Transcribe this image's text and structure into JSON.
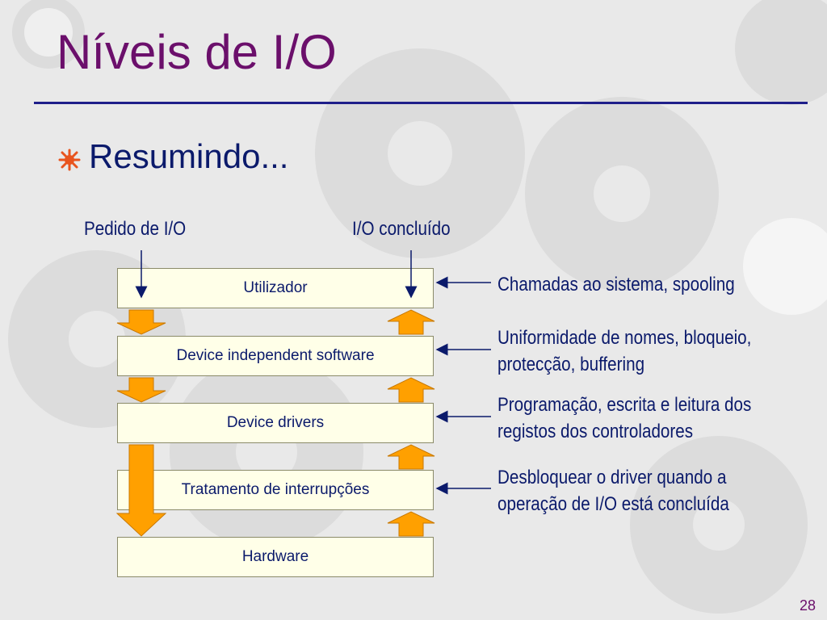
{
  "slide": {
    "title": "Níveis de I/O",
    "bullet": "Resumindo...",
    "page_number": "28"
  },
  "diagram": {
    "request_label": "Pedido de I/O",
    "done_label": "I/O concluído",
    "layers": [
      {
        "label": "Utilizador",
        "description": [
          "Chamadas ao sistema, spooling"
        ]
      },
      {
        "label": "Device independent software",
        "description": [
          "Uniformidade de nomes, bloqueio,",
          "protecção, buffering"
        ]
      },
      {
        "label": "Device drivers",
        "description": [
          "Programação, escrita e leitura dos",
          "registos dos controladores"
        ]
      },
      {
        "label": "Tratamento de interrupções",
        "description": [
          "Desbloquear o driver quando a",
          "operação de I/O está concluída"
        ]
      },
      {
        "label": "Hardware",
        "description": []
      }
    ]
  },
  "colors": {
    "title": "#6b0f6b",
    "text": "#0b1a6b",
    "arrow_fill": "#ffa000",
    "box_fill": "#ffffe8",
    "gear": "#d9d9d9",
    "bullet": "#e8541e"
  }
}
